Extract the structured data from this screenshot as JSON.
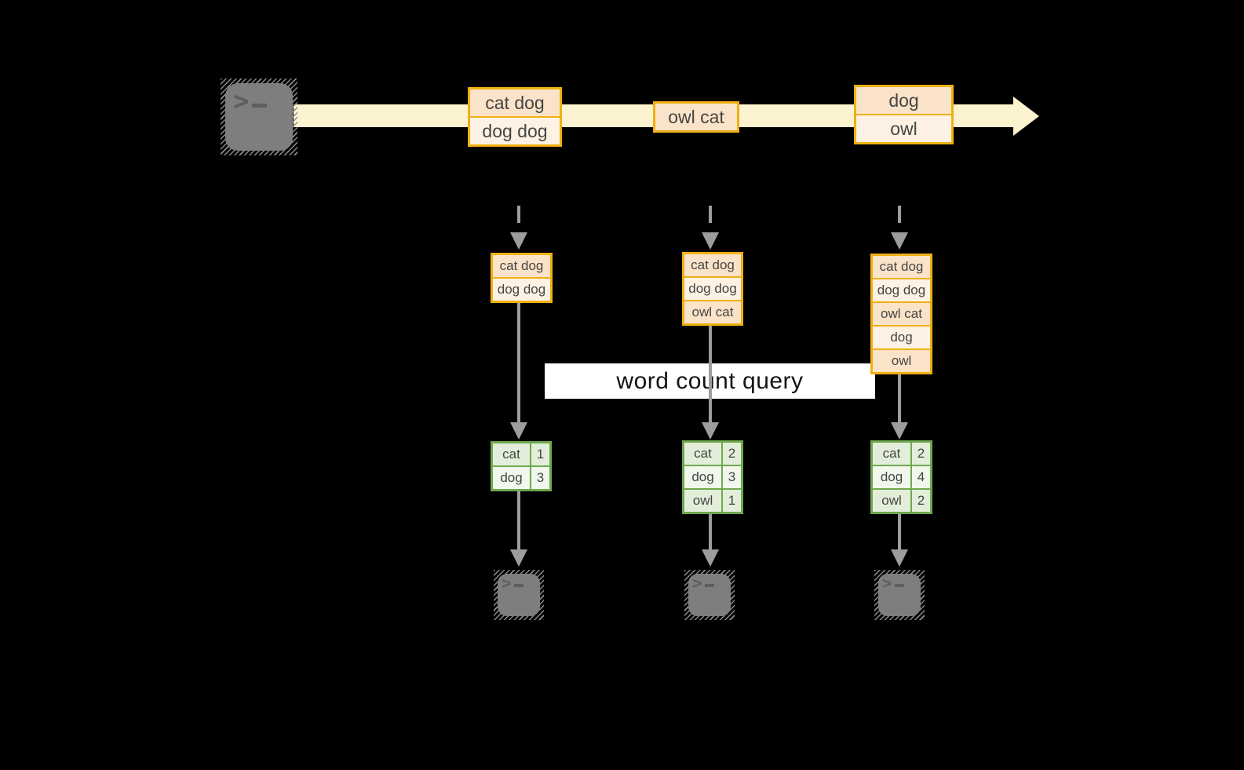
{
  "query_label": "word count query",
  "terminal": {
    "chevron": ">"
  },
  "stream_batches": [
    {
      "lines": [
        "cat dog",
        "dog dog"
      ]
    },
    {
      "lines": [
        "owl cat"
      ]
    },
    {
      "lines": [
        "dog",
        "owl"
      ]
    }
  ],
  "columns": [
    {
      "state_lines": [
        "cat dog",
        "dog dog"
      ],
      "counts": [
        {
          "word": "cat",
          "count": "1"
        },
        {
          "word": "dog",
          "count": "3"
        }
      ]
    },
    {
      "state_lines": [
        "cat dog",
        "dog dog",
        "owl cat"
      ],
      "counts": [
        {
          "word": "cat",
          "count": "2"
        },
        {
          "word": "dog",
          "count": "3"
        },
        {
          "word": "owl",
          "count": "1"
        }
      ]
    },
    {
      "state_lines": [
        "cat dog",
        "dog dog",
        "owl cat",
        "dog",
        "owl"
      ],
      "counts": [
        {
          "word": "cat",
          "count": "2"
        },
        {
          "word": "dog",
          "count": "4"
        },
        {
          "word": "owl",
          "count": "2"
        }
      ]
    }
  ],
  "colors": {
    "background": "#000000",
    "gold_border": "#f0b011",
    "peach_dark": "#fae3c8",
    "peach_light": "#fdf2e3",
    "stream_fill": "#fcf3d1",
    "green_border": "#6fa84e",
    "green_dark": "#e3eeda",
    "green_light": "#f1f7ec",
    "arrow_gray": "#9d9d9d",
    "terminal_gray": "#7e7e7e"
  }
}
